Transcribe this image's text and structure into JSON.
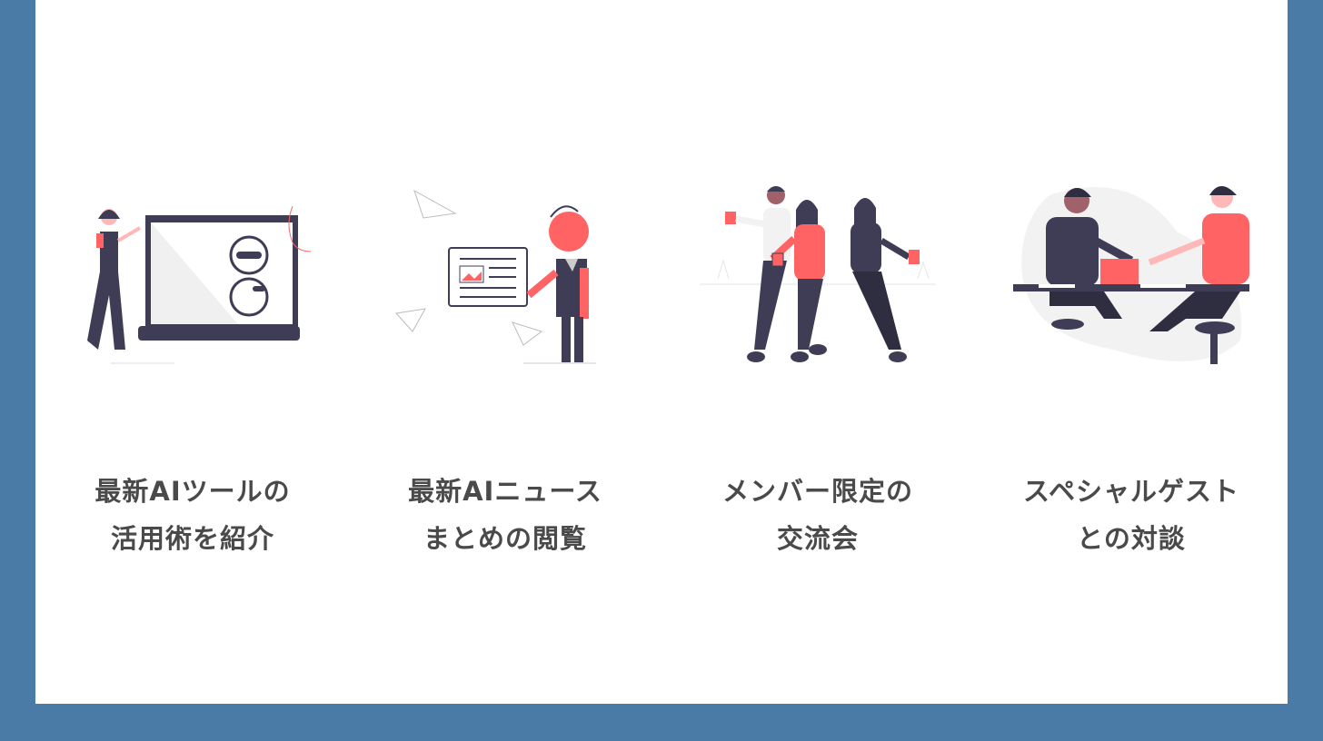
{
  "colors": {
    "background": "#4a7ba6",
    "panel": "#ffffff",
    "dark": "#3f3d56",
    "accent": "#ff6363",
    "text": "#4a4a4a"
  },
  "features": [
    {
      "icon": "presentation-robot-illustration",
      "line1": "最新AIツールの",
      "line2": "活用術を紹介"
    },
    {
      "icon": "news-board-illustration",
      "line1": "最新AIニュース",
      "line2": "まとめの閲覧"
    },
    {
      "icon": "people-networking-illustration",
      "line1": "メンバー限定の",
      "line2": "交流会"
    },
    {
      "icon": "guest-talk-illustration",
      "line1": "スペシャルゲスト",
      "line2": "との対談"
    }
  ]
}
